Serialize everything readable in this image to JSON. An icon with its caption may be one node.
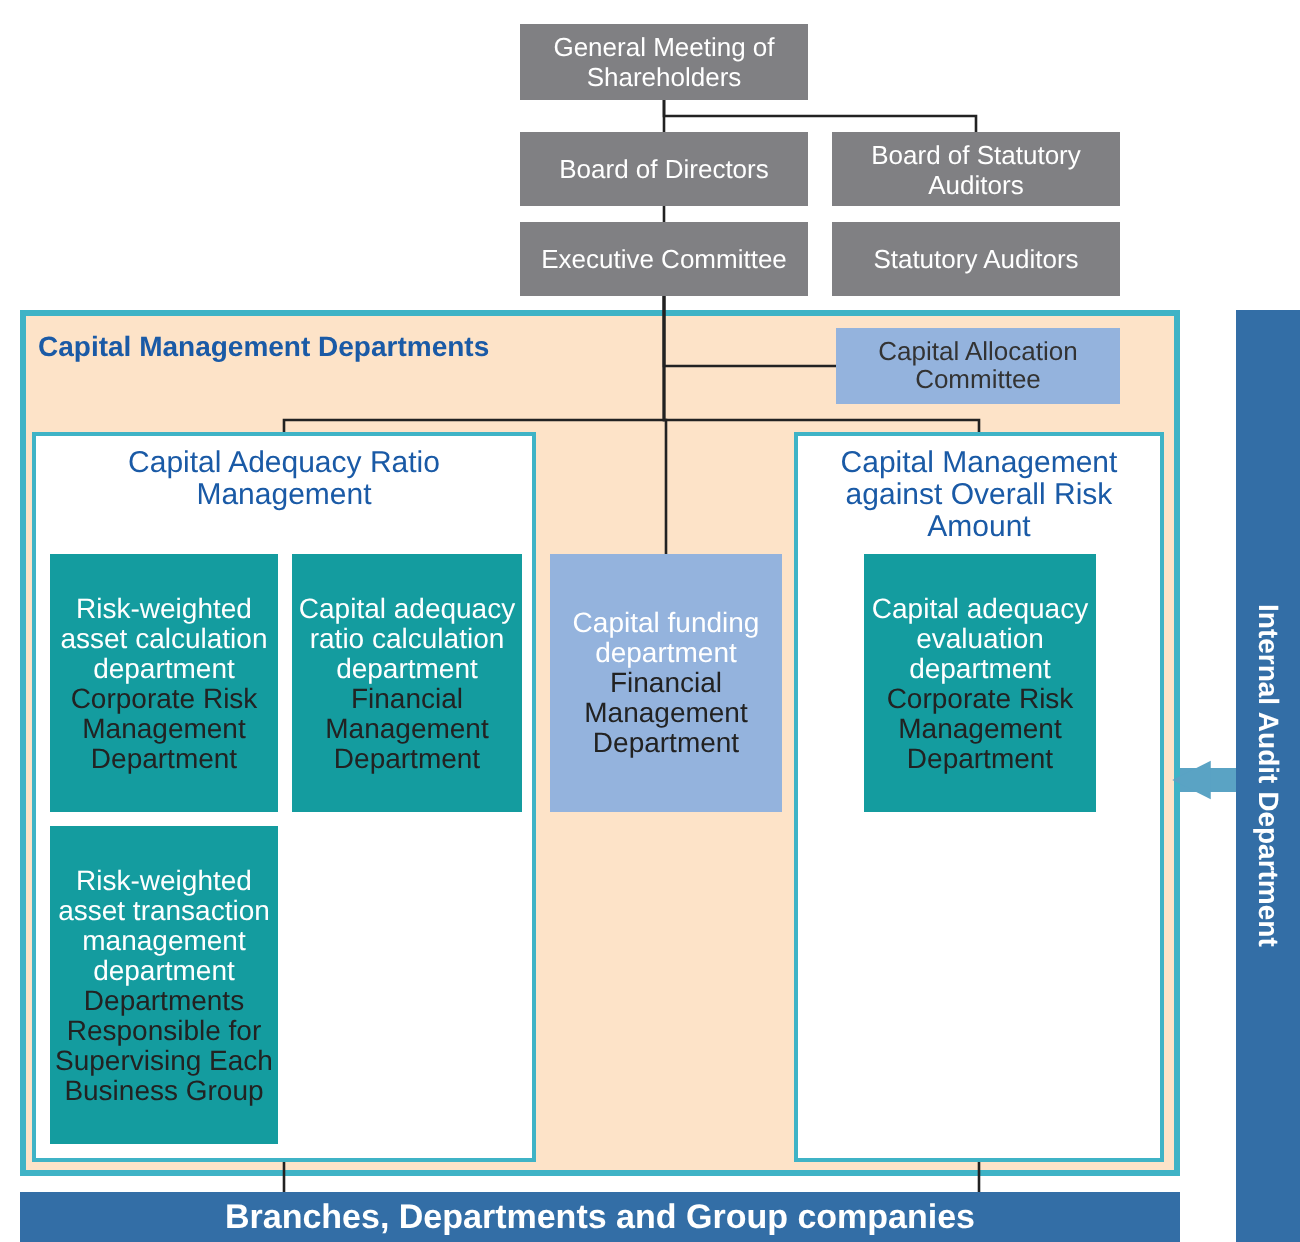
{
  "diagram": {
    "nodes": [
      {
        "text": [
          "General Meeting of Shareholders"
        ]
      },
      {
        "text": [
          "Board of Directors"
        ]
      },
      {
        "text": [
          "Board of Statutory Auditors"
        ]
      },
      {
        "text": [
          "Executive Committee"
        ]
      },
      {
        "text": [
          "Statutory Auditors"
        ]
      },
      {
        "text": [
          "Capital Management Departments"
        ]
      },
      {
        "text": [
          "Capital Allocation Committee"
        ],
        "in": 5
      },
      {
        "text": [
          "Capital Adequacy Ratio Management"
        ],
        "in": 5
      },
      {
        "text": [
          "Risk-weighted asset calculation department",
          "Corporate Risk Management Department"
        ],
        "in": 7
      },
      {
        "text": [
          "Capital adequacy ratio calculation department",
          "Financial Management Department"
        ],
        "in": 7
      },
      {
        "text": [
          "Risk-weighted asset transaction management department",
          "Departments Responsible for Supervising Each Business Group"
        ],
        "in": 7
      },
      {
        "text": [
          "Capital funding department",
          "Financial Management Department"
        ],
        "in": 5
      },
      {
        "text": [
          "Capital Management against Overall Risk Amount"
        ],
        "in": 5
      },
      {
        "text": [
          "Capital adequacy evaluation department",
          "Corporate Risk Management Department"
        ],
        "in": 12
      },
      {
        "text": [
          "Branches, Departments and Group companies"
        ]
      },
      {
        "text": [
          "Internal Audit Department"
        ]
      }
    ],
    "edges": [
      {
        "from": 0,
        "to": 1,
        "arrow": "none"
      },
      {
        "from": 0,
        "to": 2,
        "arrow": "none"
      },
      {
        "from": 1,
        "to": 3,
        "arrow": "none"
      },
      {
        "from": 3,
        "to": 6,
        "arrow": "none"
      },
      {
        "from": 3,
        "to": 7,
        "arrow": "none"
      },
      {
        "from": 3,
        "to": 11,
        "arrow": "none"
      },
      {
        "from": 3,
        "to": 12,
        "arrow": "none"
      },
      {
        "from": 7,
        "to": 14,
        "arrow": "none"
      },
      {
        "from": 12,
        "to": 14,
        "arrow": "none"
      },
      {
        "from": 15,
        "to": 5,
        "arrow": "to",
        "style": "thick",
        "color": "#5aa3c4"
      }
    ]
  }
}
